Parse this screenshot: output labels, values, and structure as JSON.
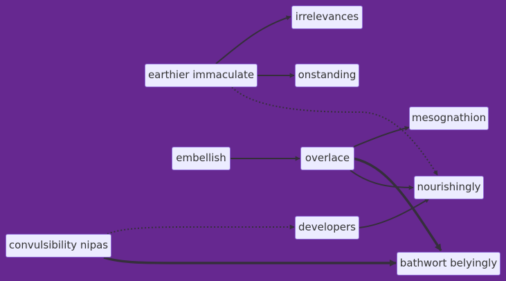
{
  "colors": {
    "background": "#662890",
    "node_fill": "#ECECFF",
    "node_border": "#9370DB",
    "node_text": "#333333",
    "edge": "#352f3b"
  },
  "nodes": {
    "earthier_immaculate": "earthier immaculate",
    "irrelevances": "irrelevances",
    "onstanding": "onstanding",
    "mesognathion": "mesognathion",
    "embellish": "embellish",
    "overlace": "overlace",
    "nourishingly": "nourishingly",
    "developers": "developers",
    "convulsibility_nipas": "convulsibility nipas",
    "bathwort_belyingly": "bathwort belyingly"
  },
  "edges": [
    {
      "from": "earthier_immaculate",
      "to": "irrelevances",
      "style": "solid"
    },
    {
      "from": "earthier_immaculate",
      "to": "onstanding",
      "style": "solid"
    },
    {
      "from": "earthier_immaculate",
      "to": "nourishingly",
      "style": "dotted"
    },
    {
      "from": "embellish",
      "to": "overlace",
      "style": "solid"
    },
    {
      "from": "overlace",
      "to": "mesognathion",
      "style": "solid"
    },
    {
      "from": "overlace",
      "to": "nourishingly",
      "style": "solid"
    },
    {
      "from": "overlace",
      "to": "bathwort_belyingly",
      "style": "thick"
    },
    {
      "from": "developers",
      "to": "nourishingly",
      "style": "solid"
    },
    {
      "from": "convulsibility_nipas",
      "to": "developers",
      "style": "dotted"
    },
    {
      "from": "convulsibility_nipas",
      "to": "bathwort_belyingly",
      "style": "thick"
    }
  ]
}
